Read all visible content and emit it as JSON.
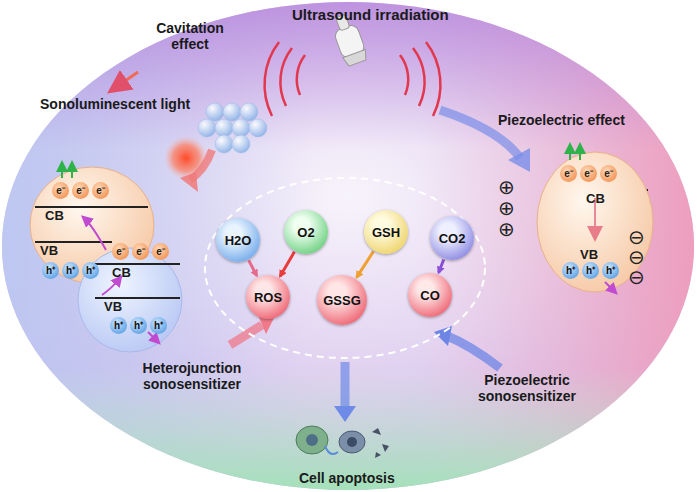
{
  "diagram": {
    "nodes": [
      {
        "text": [
          "H2O"
        ]
      },
      {
        "text": [
          "O2"
        ]
      },
      {
        "text": [
          "GSH"
        ]
      },
      {
        "text": [
          "CO2"
        ]
      },
      {
        "text": [
          "ROS"
        ]
      },
      {
        "text": [
          "GSSG"
        ]
      },
      {
        "text": [
          "CO"
        ]
      }
    ],
    "edges": [
      {
        "from": 0,
        "to": 4,
        "arrow": "to"
      },
      {
        "from": 1,
        "to": 4,
        "arrow": "to"
      },
      {
        "from": 2,
        "to": 5,
        "arrow": "to"
      },
      {
        "from": 3,
        "to": 6,
        "arrow": "to"
      }
    ],
    "labels": [
      "Ultrasound irradiation",
      "Cavitation effect",
      "Sonoluminescent light",
      "Piezoelectric effect",
      "Heterojunction sonosensitizer",
      "Piezoelectric sonosensitizer",
      "Cell apoptosis",
      "CB",
      "VB",
      "CB",
      "VB",
      "CB",
      "VB",
      "e⁻",
      "e⁻",
      "e⁻",
      "e⁻",
      "e⁻",
      "e⁻",
      "e⁻",
      "e⁻",
      "e⁻",
      "h⁺",
      "h⁺",
      "h⁺",
      "h⁺",
      "h⁺",
      "h⁺",
      "h⁺",
      "h⁺",
      "h⁺",
      "⊕",
      "⊕",
      "⊕",
      "⊖",
      "⊖",
      "⊖"
    ]
  }
}
